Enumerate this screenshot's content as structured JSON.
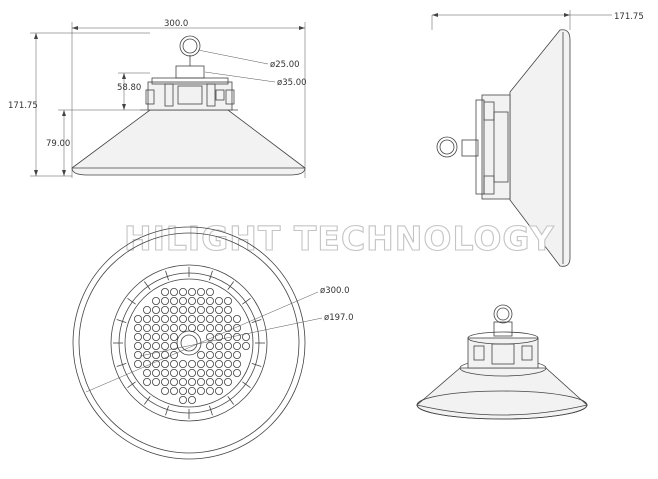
{
  "watermark": "HILIGHT TECHNOLOGY",
  "dims": {
    "width": "300.0",
    "height_left": "171.75",
    "height_side": "171.75",
    "hook": "ø25.00",
    "housing": "ø35.00",
    "body_height": "58.80",
    "shade_height": "79.00",
    "outer_dia": "ø300.0",
    "inner_dia": "ø197.0"
  }
}
